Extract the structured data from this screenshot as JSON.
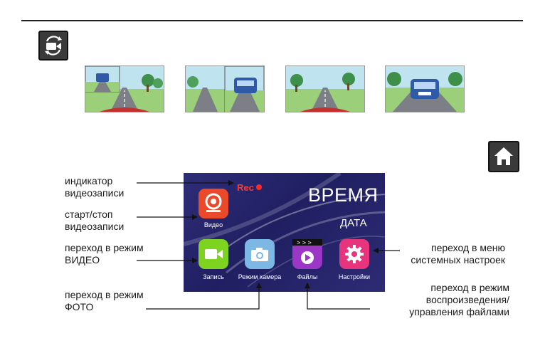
{
  "screen": {
    "rec": "Rec",
    "time": "ВРЕМЯ",
    "date": "ДАТА",
    "apps": {
      "video": "Видео",
      "record": "Запись",
      "camera": "Режим камера",
      "files": "Файлы",
      "settings": "Настройки"
    }
  },
  "callouts": {
    "rec_indicator": [
      "индикатор",
      "видеозаписи"
    ],
    "start_stop": [
      "старт/стоп",
      "видеозаписи"
    ],
    "video_mode": [
      "переход в режим",
      "ВИДЕО"
    ],
    "photo_mode": [
      "переход в режим",
      "ФОТО"
    ],
    "settings_menu": [
      "переход в  меню",
      "системных настроек"
    ],
    "playback": [
      "переход в режим",
      "воспроизведения/",
      "управления файлами"
    ]
  },
  "thumbnails": [
    "split-left-pip",
    "split-right-pip",
    "rear-only",
    "front-only"
  ],
  "icons": [
    "switch-camera-icon",
    "home-icon"
  ],
  "colors": {
    "screen_bg": "#26246c",
    "rec": "#ff3b30",
    "video_app": "#ea4a2a",
    "record_app": "#7ed321",
    "camera_app": "#7db7e6",
    "files_app": "#9b36c6",
    "settings_app": "#e8337d"
  }
}
